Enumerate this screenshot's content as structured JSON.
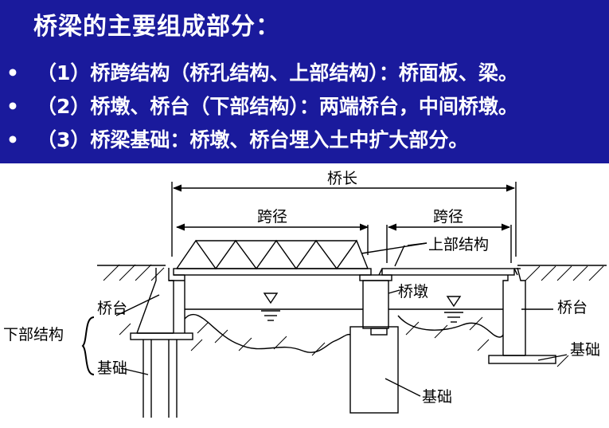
{
  "title": "桥梁的主要组成部分：",
  "bullets": [
    {
      "symbol": "•",
      "text": "（1）桥跨结构（桥孔结构、上部结构）：桥面板、梁。"
    },
    {
      "symbol": "•",
      "text": "（2）桥墩、桥台（下部结构）：两端桥台，中间桥墩。"
    },
    {
      "symbol": "•",
      "text": "（3）桥梁基础：桥墩、桥台埋入土中扩大部分。"
    }
  ],
  "diagram": {
    "bridge_length": "桥长",
    "span_left": "跨径",
    "span_right": "跨径",
    "superstructure": "上部结构",
    "pier": "桥墩",
    "abutment_left": "桥台",
    "abutment_right": "桥台",
    "substructure": "下部结构",
    "foundation_left": "基础",
    "foundation_mid": "基础",
    "foundation_right": "基础"
  },
  "colors": {
    "header_bg": "#1a1a9c",
    "header_text": "#ffffff",
    "line": "#000000"
  }
}
